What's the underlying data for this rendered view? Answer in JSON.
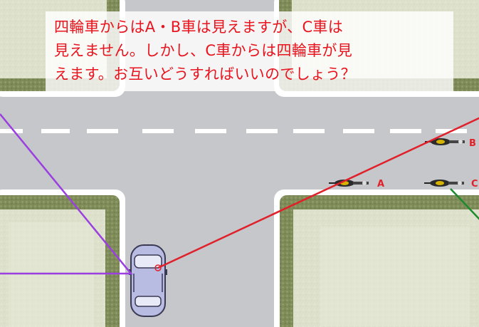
{
  "caption": {
    "line1": "四輪車からはA・B車は見えますが、C車は",
    "line2": "見えません。しかし、C車からは四輪車が見",
    "line3": "えます。お互いどうすればいいのでしょう？"
  },
  "vehicles": {
    "a": "A",
    "b": "B",
    "c": "C"
  },
  "colors": {
    "caption_text": "#e8141e",
    "sight_line_red": "#e0202a",
    "sight_line_purple": "#9b3fe0",
    "sight_line_green": "#1e8a2e",
    "road": "#c8c9cc",
    "curb": "#ffffff",
    "hedge": "#7b8a58",
    "lawn": "#dfe2cf"
  }
}
